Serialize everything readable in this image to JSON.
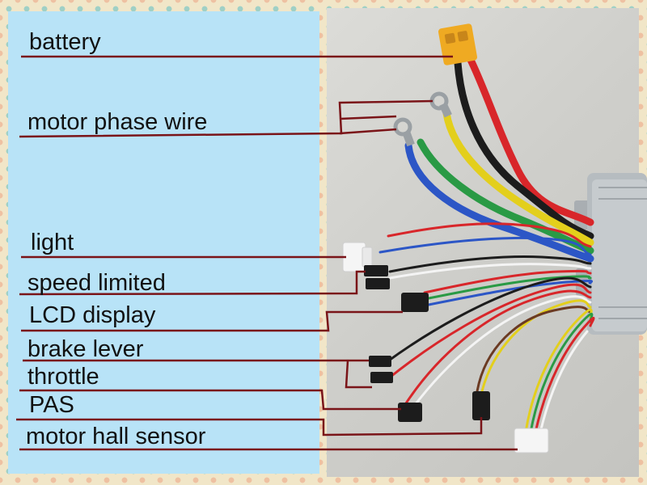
{
  "labels": {
    "battery": "battery",
    "motor_phase_wire": "motor phase wire",
    "light": "light",
    "speed_limited": "speed limited",
    "lcd_display": "LCD display",
    "brake_lever": "brake lever",
    "throttle": "throttle",
    "pas": "PAS",
    "motor_hall_sensor": "motor hall sensor"
  },
  "colors": {
    "leader_line": "#7a1418",
    "panel": "#b8e3f7",
    "wire_red": "#d8262a",
    "wire_black": "#1c1c1c",
    "wire_yellow": "#e3cf1c",
    "wire_green": "#2a9a45",
    "wire_blue": "#2c56c6",
    "wire_white": "#f4f4f4",
    "connector_orange": "#efaa22",
    "controller_silver": "#b6bcc0"
  }
}
